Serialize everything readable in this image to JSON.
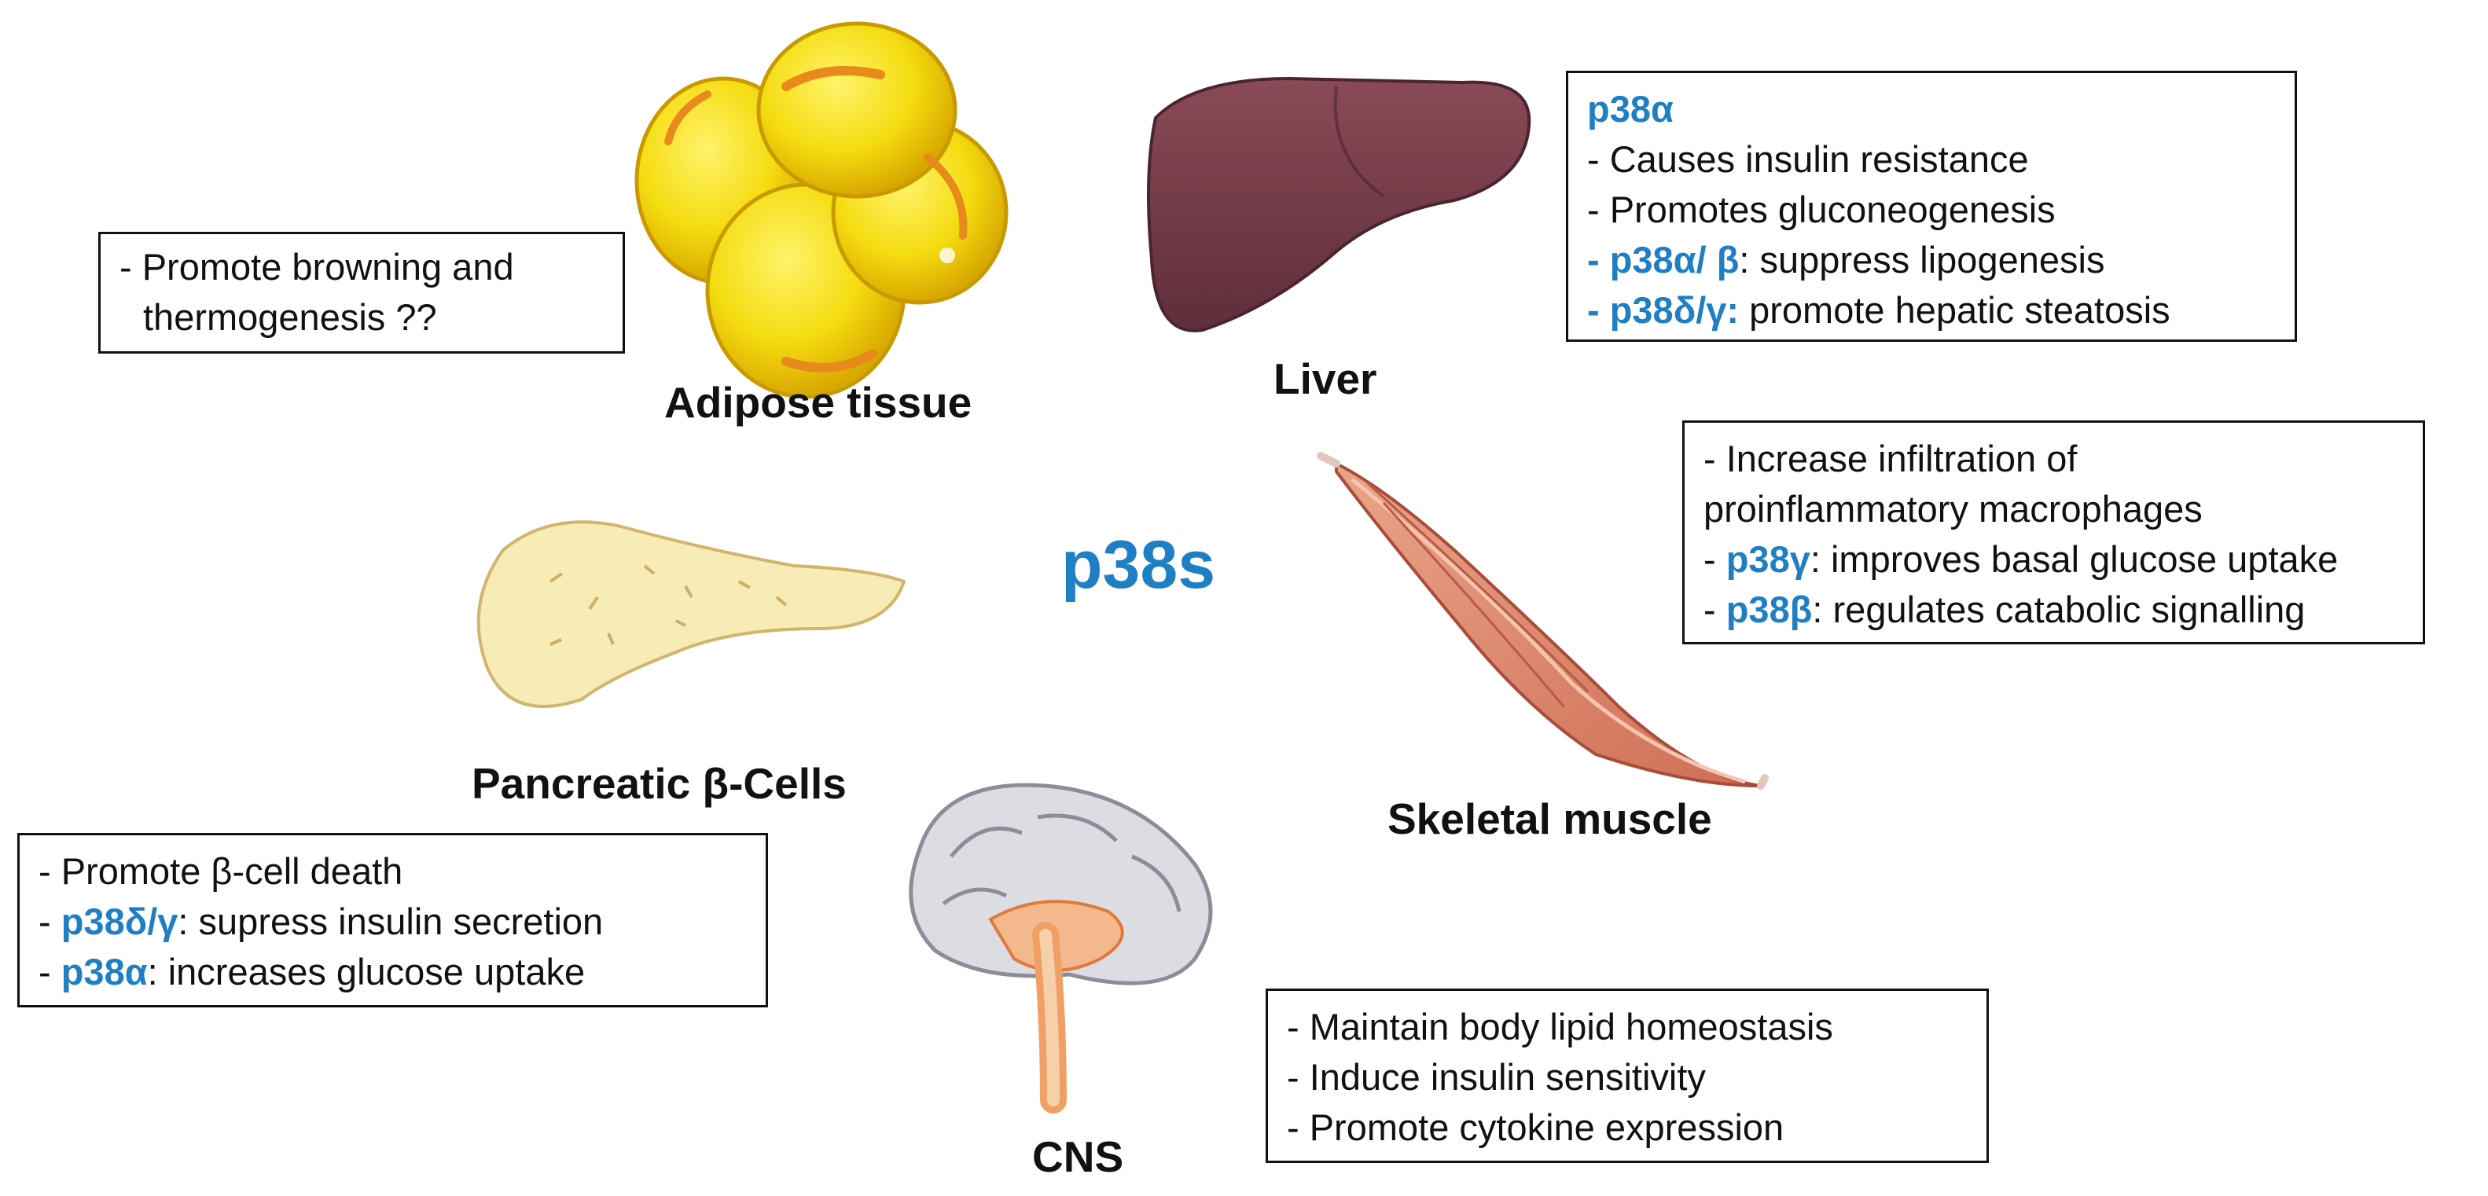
{
  "colors": {
    "accent": "#1f7fc4",
    "text": "#111111"
  },
  "center_label": "p38s",
  "organs": {
    "adipose": {
      "label": "Adipose tissue",
      "icon": "adipose-cells-illustration"
    },
    "liver": {
      "label": "Liver",
      "icon": "liver-illustration"
    },
    "muscle": {
      "label": "Skeletal muscle",
      "icon": "muscle-illustration"
    },
    "pancreas": {
      "label": "Pancreatic β-Cells",
      "icon": "pancreas-illustration"
    },
    "cns": {
      "label": "CNS",
      "icon": "brain-illustration"
    }
  },
  "boxes": {
    "adipose": {
      "l1": "- Promote browning and",
      "l2": "thermogenesis ??"
    },
    "liver": {
      "head": "p38α",
      "l1": "- Causes insulin resistance",
      "l2": "- Promotes gluconeogenesis",
      "l3_key": "- p38α/ β",
      "l3_text": ": suppress lipogenesis",
      "l4_key": "- p38δ/γ:",
      "l4_text": " promote hepatic steatosis"
    },
    "muscle": {
      "l1": "- Increase infiltration of",
      "l2": "proinflammatory macrophages",
      "l3_pre": "- ",
      "l3_key": "p38γ",
      "l3_text": ": improves basal glucose uptake",
      "l4_pre": "- ",
      "l4_key": "p38β",
      "l4_text": ": regulates catabolic signalling"
    },
    "pancreas": {
      "l1": "- Promote β-cell death",
      "l2_pre": "- ",
      "l2_key": "p38δ/γ",
      "l2_text": ": supress insulin secretion",
      "l3_pre": "- ",
      "l3_key": "p38α",
      "l3_text": ": increases glucose uptake"
    },
    "cns": {
      "l1": "- Maintain body lipid homeostasis",
      "l2": "- Induce insulin sensitivity",
      "l3": "- Promote cytokine expression"
    }
  }
}
